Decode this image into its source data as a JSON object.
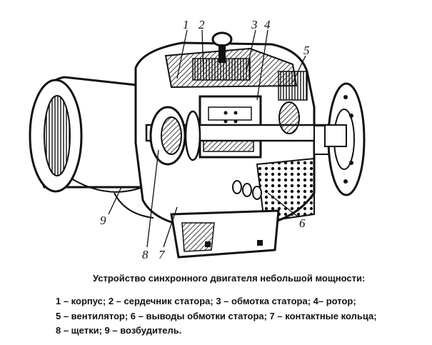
{
  "figure": {
    "callouts": [
      "1",
      "2",
      "3",
      "4",
      "5",
      "6",
      "7",
      "8",
      "9"
    ]
  },
  "caption": {
    "title": "Устройство синхронного двигателя небольшой мощности:",
    "line1": "1 – корпус; 2 – сердечник статора; 3 – обмотка статора; 4– ротор;",
    "line2": "5 – вентилятор; 6 – выводы обмотки статора; 7 – контактные кольца;",
    "line3": "8 – щетки; 9 – возбудитель."
  }
}
